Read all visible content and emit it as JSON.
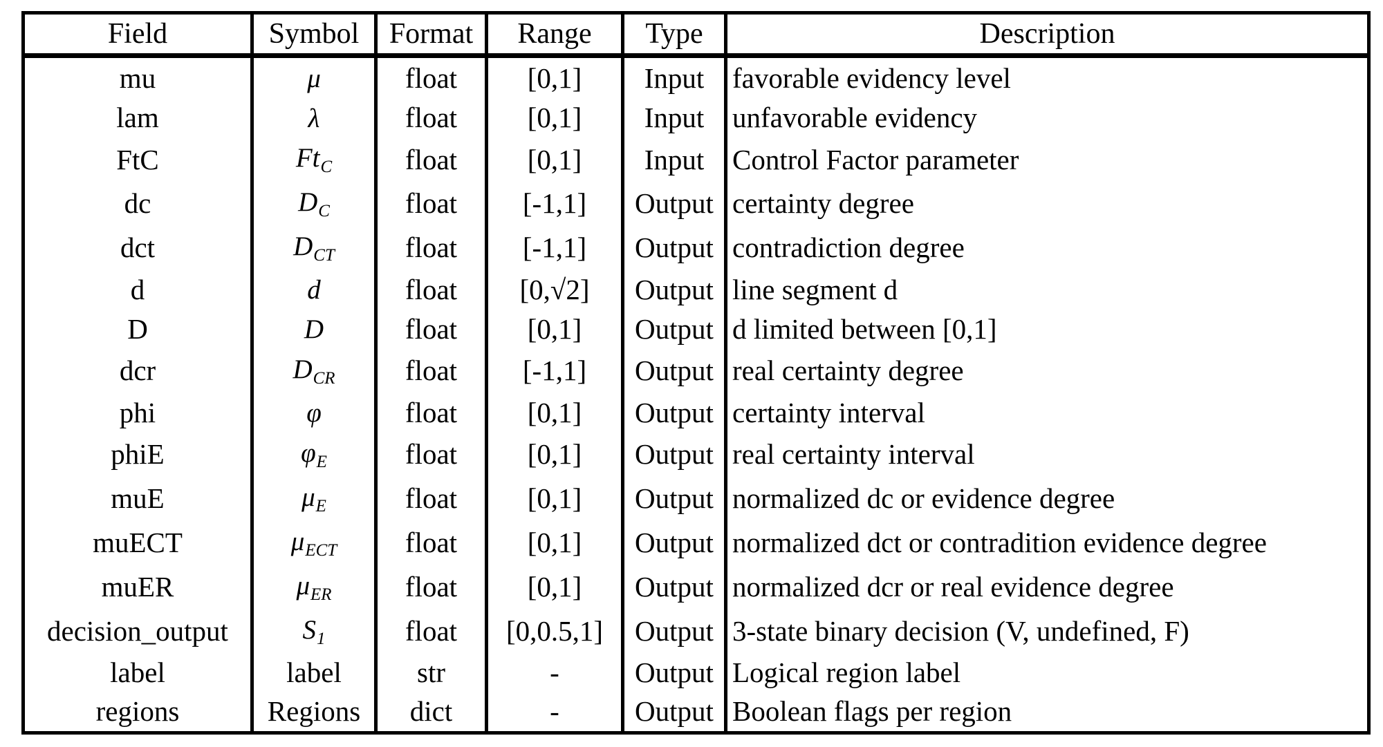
{
  "table": {
    "headers": [
      "Field",
      "Symbol",
      "Format",
      "Range",
      "Type",
      "Description"
    ],
    "rows": [
      {
        "field": "mu",
        "symbol": {
          "base": "μ",
          "sub": "",
          "style": "italic"
        },
        "format": "float",
        "range": "[0,1]",
        "type": "Input",
        "description": "favorable evidency level"
      },
      {
        "field": "lam",
        "symbol": {
          "base": "λ",
          "sub": "",
          "style": "italic"
        },
        "format": "float",
        "range": "[0,1]",
        "type": "Input",
        "description": "unfavorable evidency"
      },
      {
        "field": "FtC",
        "symbol": {
          "base": "Ft",
          "sub": "C",
          "style": "italic"
        },
        "format": "float",
        "range": "[0,1]",
        "type": "Input",
        "description": "Control Factor parameter"
      },
      {
        "field": "dc",
        "symbol": {
          "base": "D",
          "sub": "C",
          "style": "italic"
        },
        "format": "float",
        "range": "[-1,1]",
        "type": "Output",
        "description": "certainty degree"
      },
      {
        "field": "dct",
        "symbol": {
          "base": "D",
          "sub": "CT",
          "style": "italic"
        },
        "format": "float",
        "range": "[-1,1]",
        "type": "Output",
        "description": "contradiction degree"
      },
      {
        "field": "d",
        "symbol": {
          "base": "d",
          "sub": "",
          "style": "italic"
        },
        "format": "float",
        "range": "[0,√2]",
        "type": "Output",
        "description": "line segment d"
      },
      {
        "field": "D",
        "symbol": {
          "base": "D",
          "sub": "",
          "style": "italic"
        },
        "format": "float",
        "range": "[0,1]",
        "type": "Output",
        "description": "d limited between [0,1]"
      },
      {
        "field": "dcr",
        "symbol": {
          "base": "D",
          "sub": "CR",
          "style": "italic"
        },
        "format": "float",
        "range": "[-1,1]",
        "type": "Output",
        "description": "real certainty degree"
      },
      {
        "field": "phi",
        "symbol": {
          "base": "φ",
          "sub": "",
          "style": "italic"
        },
        "format": "float",
        "range": "[0,1]",
        "type": "Output",
        "description": "certainty interval"
      },
      {
        "field": "phiE",
        "symbol": {
          "base": "φ",
          "sub": "E",
          "style": "italic"
        },
        "format": "float",
        "range": "[0,1]",
        "type": "Output",
        "description": "real certainty interval"
      },
      {
        "field": "muE",
        "symbol": {
          "base": "μ",
          "sub": "E",
          "style": "italic"
        },
        "format": "float",
        "range": "[0,1]",
        "type": "Output",
        "description": "normalized dc or evidence degree"
      },
      {
        "field": "muECT",
        "symbol": {
          "base": "μ",
          "sub": "ECT",
          "style": "italic"
        },
        "format": "float",
        "range": "[0,1]",
        "type": "Output",
        "description": "normalized dct or contradition evidence degree"
      },
      {
        "field": "muER",
        "symbol": {
          "base": "μ",
          "sub": "ER",
          "style": "italic"
        },
        "format": "float",
        "range": "[0,1]",
        "type": "Output",
        "description": "normalized dcr or real evidence degree"
      },
      {
        "field": "decision_output",
        "symbol": {
          "base": "S",
          "sub": "1",
          "style": "italic"
        },
        "format": "float",
        "range": "[0,0.5,1]",
        "type": "Output",
        "description": "3-state binary decision (V, undefined, F)"
      },
      {
        "field": "label",
        "symbol": {
          "base": "label",
          "sub": "",
          "style": "upright"
        },
        "format": "str",
        "range": "-",
        "type": "Output",
        "description": "Logical region label"
      },
      {
        "field": "regions",
        "symbol": {
          "base": "Regions",
          "sub": "",
          "style": "upright"
        },
        "format": "dict",
        "range": "-",
        "type": "Output",
        "description": "Boolean flags per region"
      }
    ]
  }
}
